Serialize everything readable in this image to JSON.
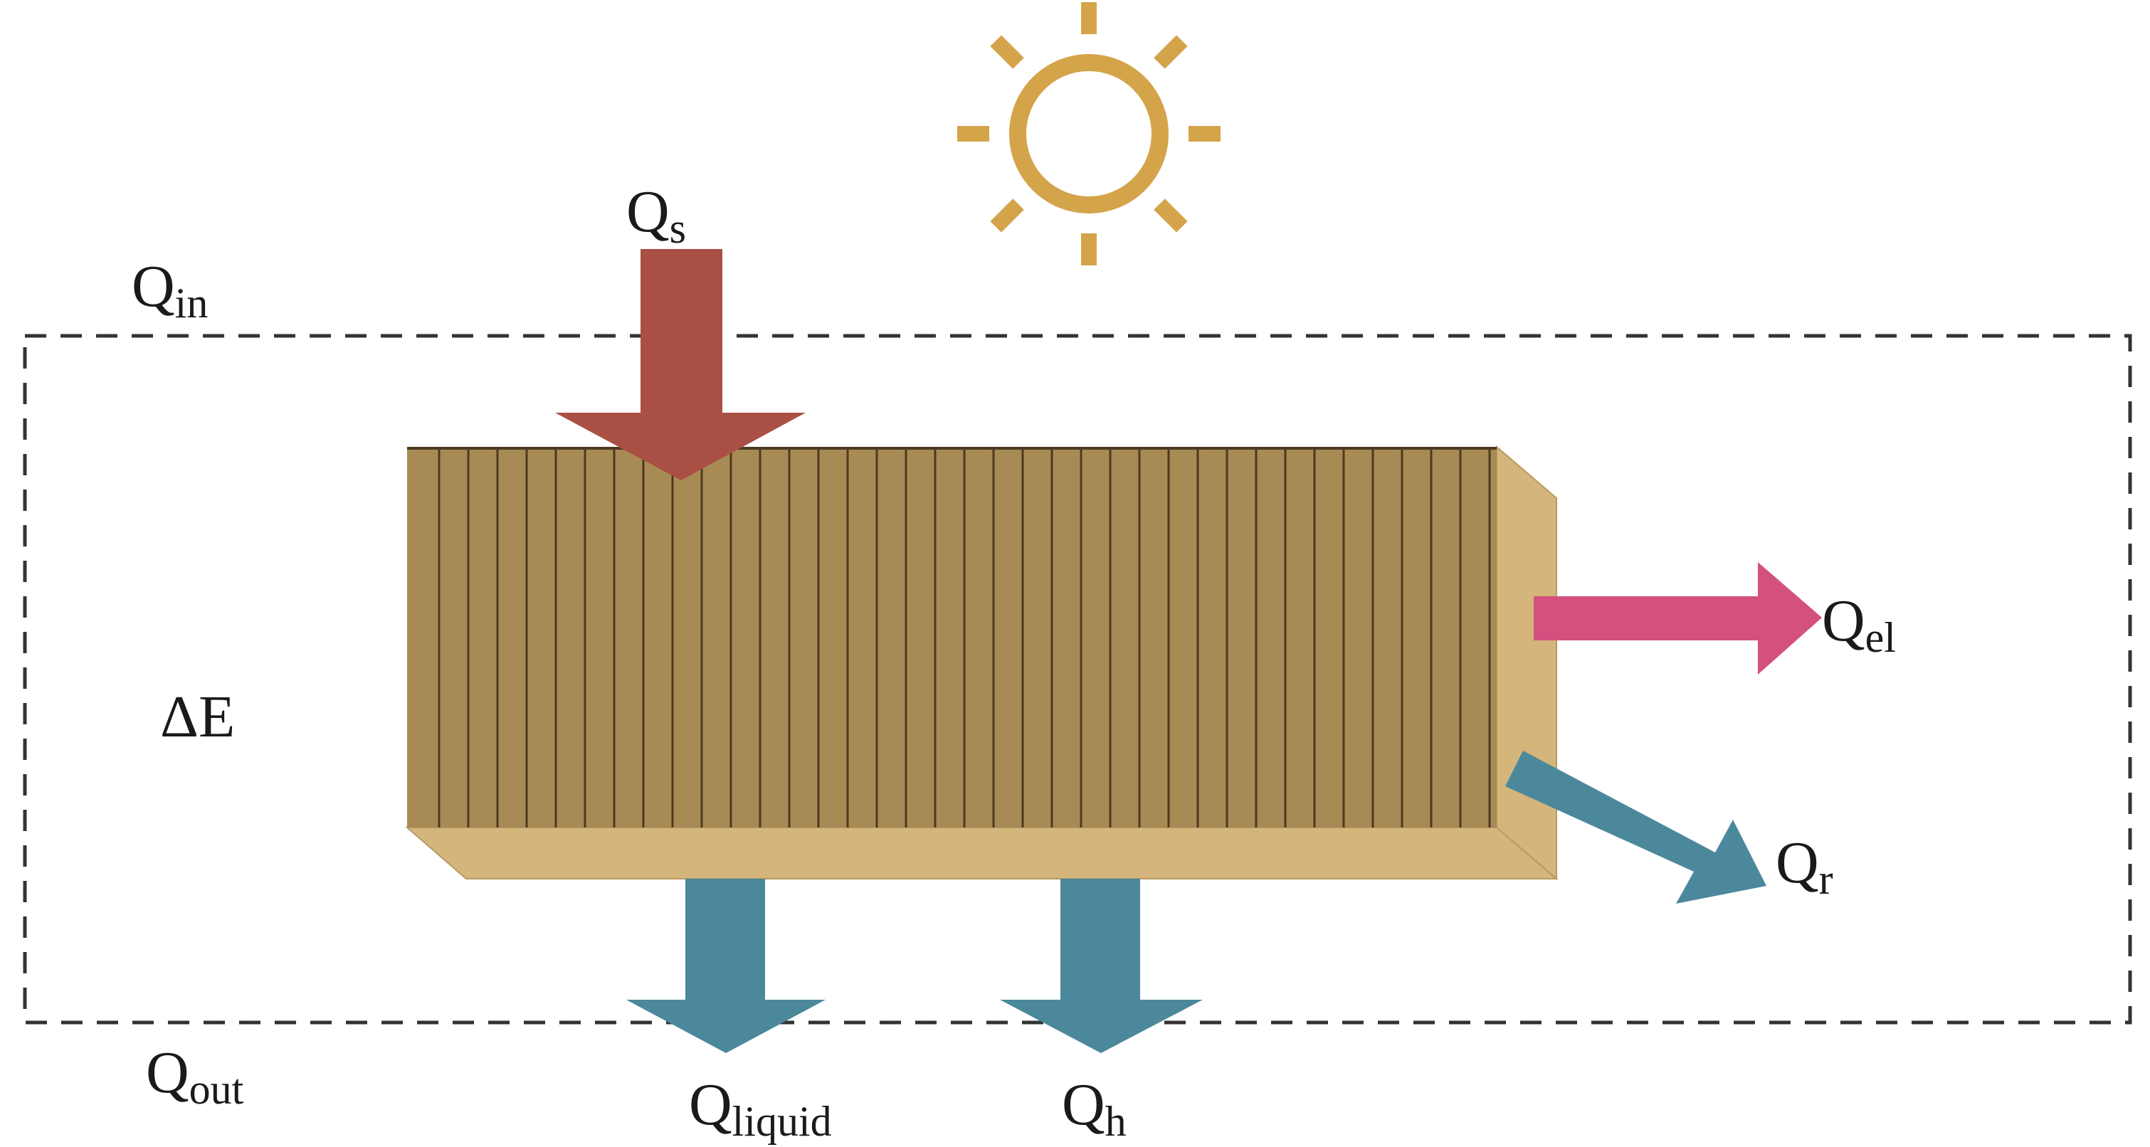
{
  "labels": {
    "q_in": {
      "main": "Q",
      "sub": "in"
    },
    "q_s": {
      "main": "Q",
      "sub": "s"
    },
    "q_el": {
      "main": "Q",
      "sub": "el"
    },
    "q_r": {
      "main": "Q",
      "sub": "r"
    },
    "q_out": {
      "main": "Q",
      "sub": "out"
    },
    "q_liquid": {
      "main": "Q",
      "sub": "liquid"
    },
    "q_h": {
      "main": "Q",
      "sub": "h"
    },
    "delta_e": "ΔE"
  },
  "colors": {
    "sun": "#d4a44a",
    "arrow_solar": "#aa4f44",
    "arrow_electric": "#d4507e",
    "arrow_loss": "#4b889c",
    "panel_face": "#a88a55",
    "panel_stripe": "#4d3a1f",
    "panel_side": "#d4b57c",
    "boundary": "#333333"
  },
  "icons": {
    "sun": "sun-icon"
  }
}
